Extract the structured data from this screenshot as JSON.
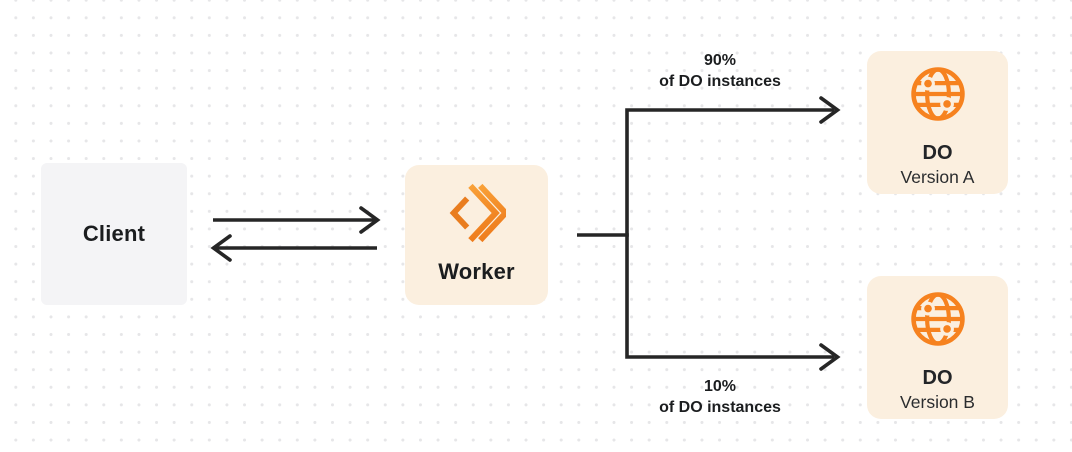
{
  "nodes": {
    "client": {
      "label": "Client"
    },
    "worker": {
      "label": "Worker"
    },
    "do_a": {
      "title": "DO",
      "subtitle": "Version A"
    },
    "do_b": {
      "title": "DO",
      "subtitle": "Version B"
    }
  },
  "branches": {
    "top": {
      "percent": "90%",
      "caption": "of DO instances"
    },
    "bottom": {
      "percent": "10%",
      "caption": "of DO instances"
    }
  },
  "icons": {
    "worker": "cloudflare-workers-icon",
    "durable_object": "durable-object-globe-icon"
  },
  "colors": {
    "accent_orange": "#F6821F",
    "accent_orange_light": "#F9A138",
    "node_cream": "#FBEFDF",
    "client_gray": "#F4F4F6",
    "connector_line": "#262626",
    "grid_dot": "#E6E6E8",
    "text": "#1B1D1F",
    "background": "#FFFFFF"
  }
}
